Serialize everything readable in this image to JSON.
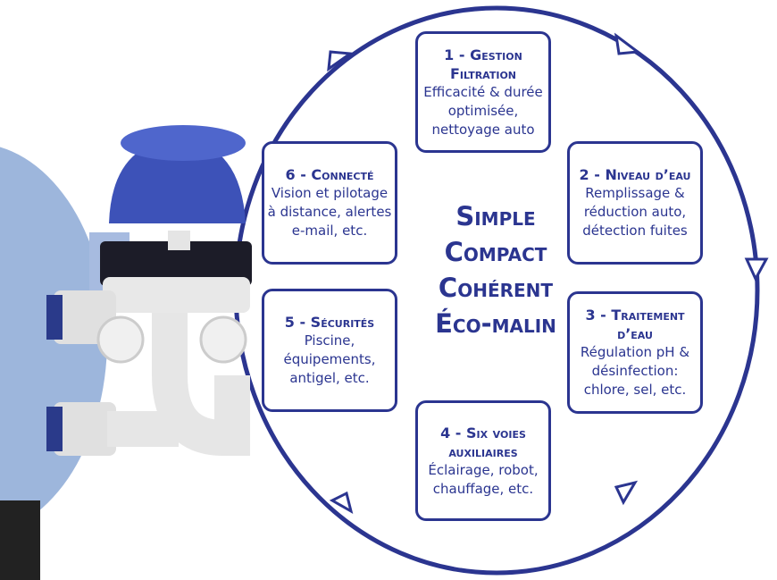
{
  "colors": {
    "accent": "#2b3590",
    "tank": "#9db6dc",
    "valve_top": "#3d52b8"
  },
  "center_words": [
    "Simple",
    "Compact",
    "Cohérent",
    "Éco-malin"
  ],
  "features": [
    {
      "title": "1 - Gestion Filtration",
      "desc": "Efficacité & durée optimisée, nettoyage auto"
    },
    {
      "title": "2 - Niveau d’eau",
      "desc": "Remplissage & réduction auto, détection fuites"
    },
    {
      "title": "3 - Traitement d’eau",
      "desc": "Régulation pH & désinfection: chlore, sel, etc."
    },
    {
      "title": "4 - Six voies auxiliaires",
      "desc": "Éclairage, robot, chauffage, etc."
    },
    {
      "title": "5 - Sécurités",
      "desc": "Piscine, équipements, antigel, etc."
    },
    {
      "title": "6 - Connecté",
      "desc": "Vision et pilotage à distance, alertes e-mail, etc."
    }
  ]
}
